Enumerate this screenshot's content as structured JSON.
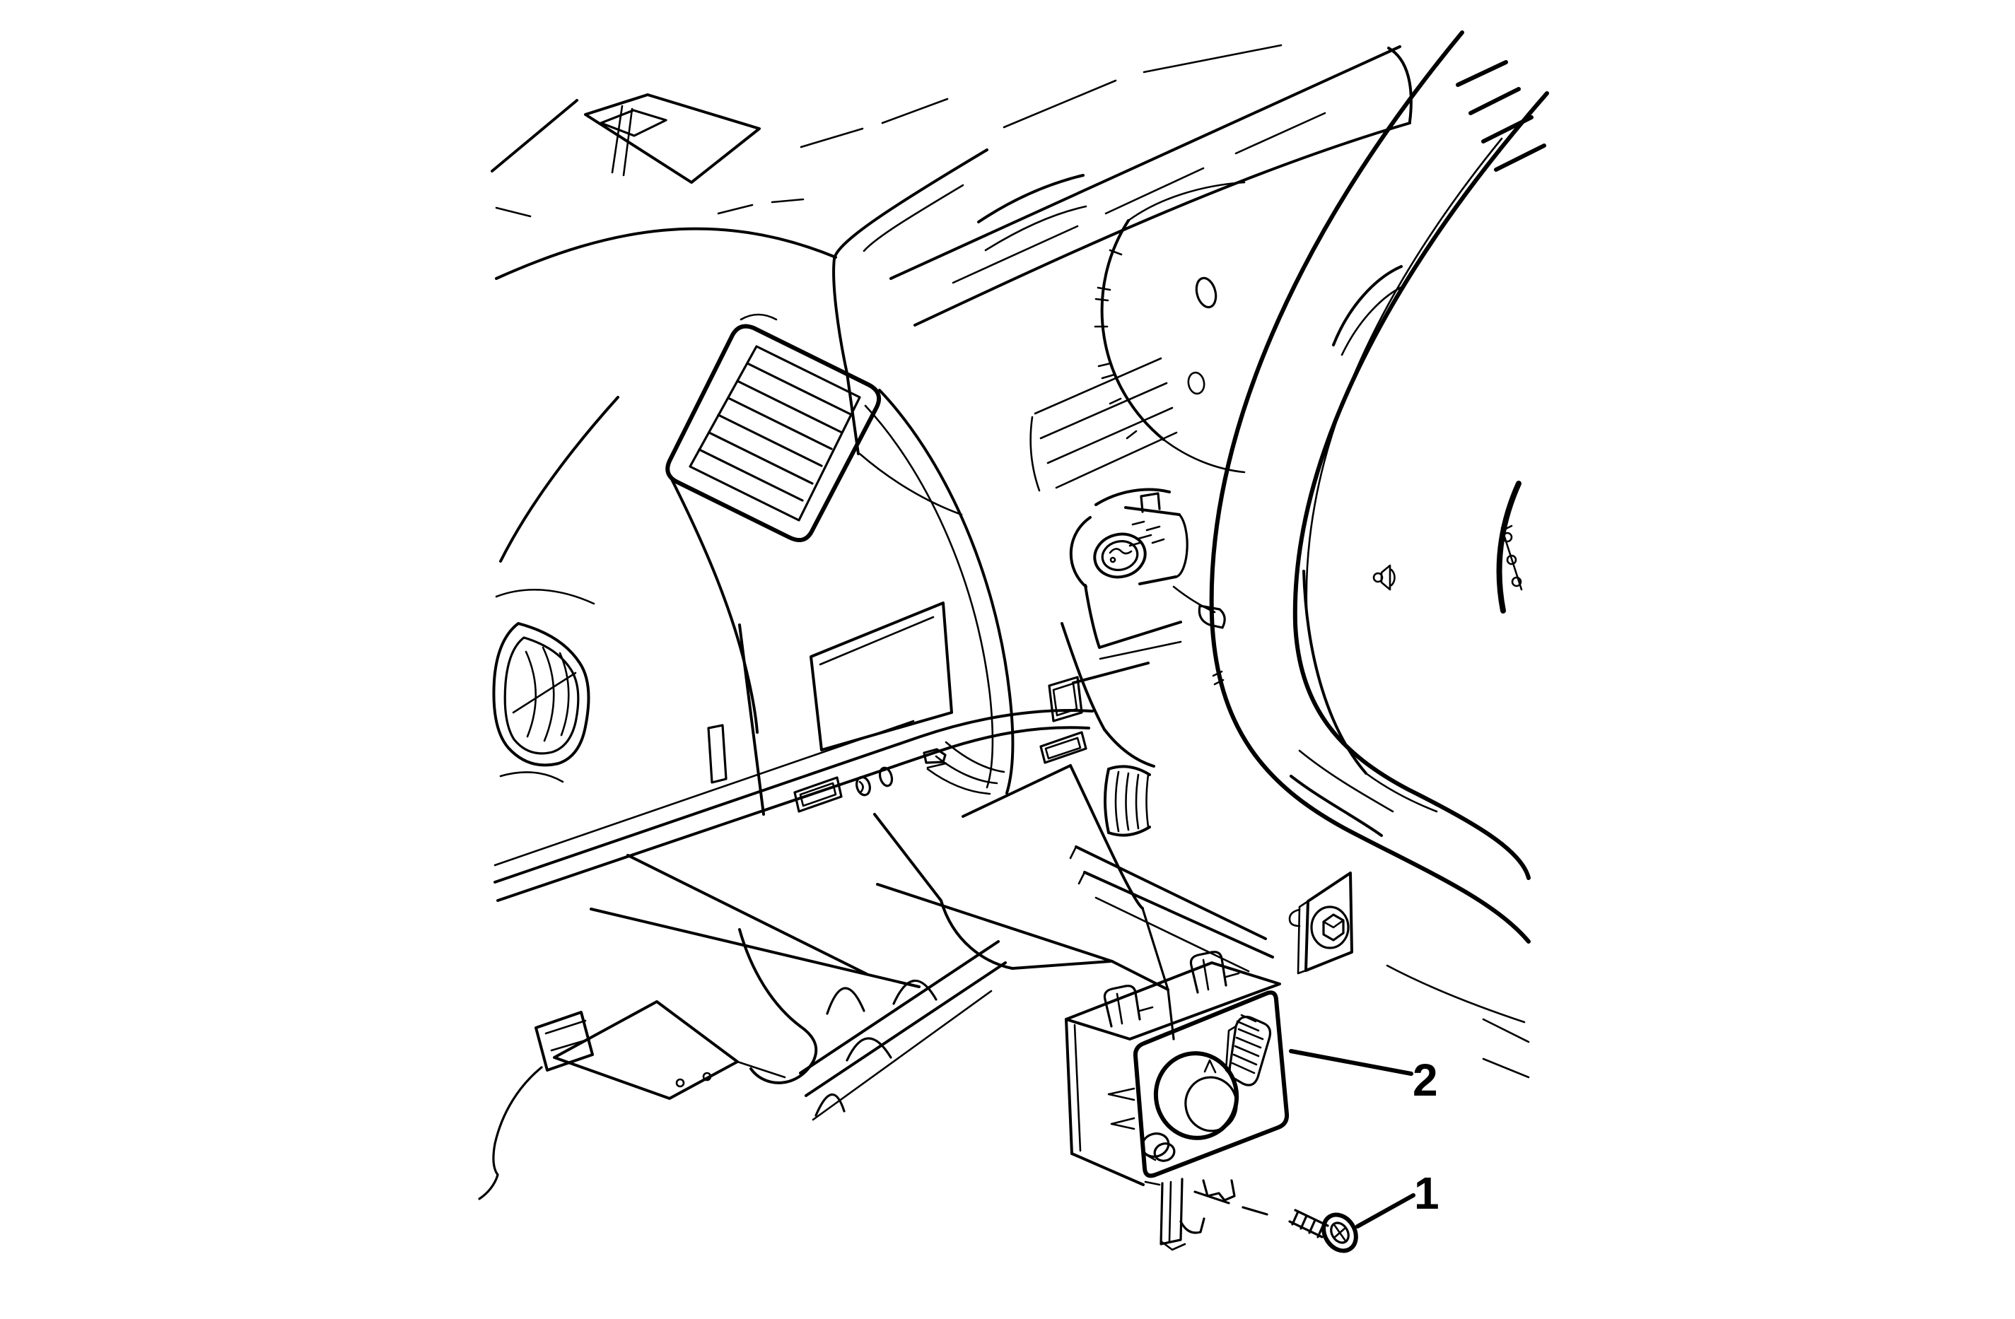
{
  "figure": {
    "kind": "service-manual-line-illustration",
    "background_color": "#ffffff",
    "line_color": "#000000"
  },
  "callouts": [
    {
      "label": "2"
    },
    {
      "label": "1"
    }
  ]
}
